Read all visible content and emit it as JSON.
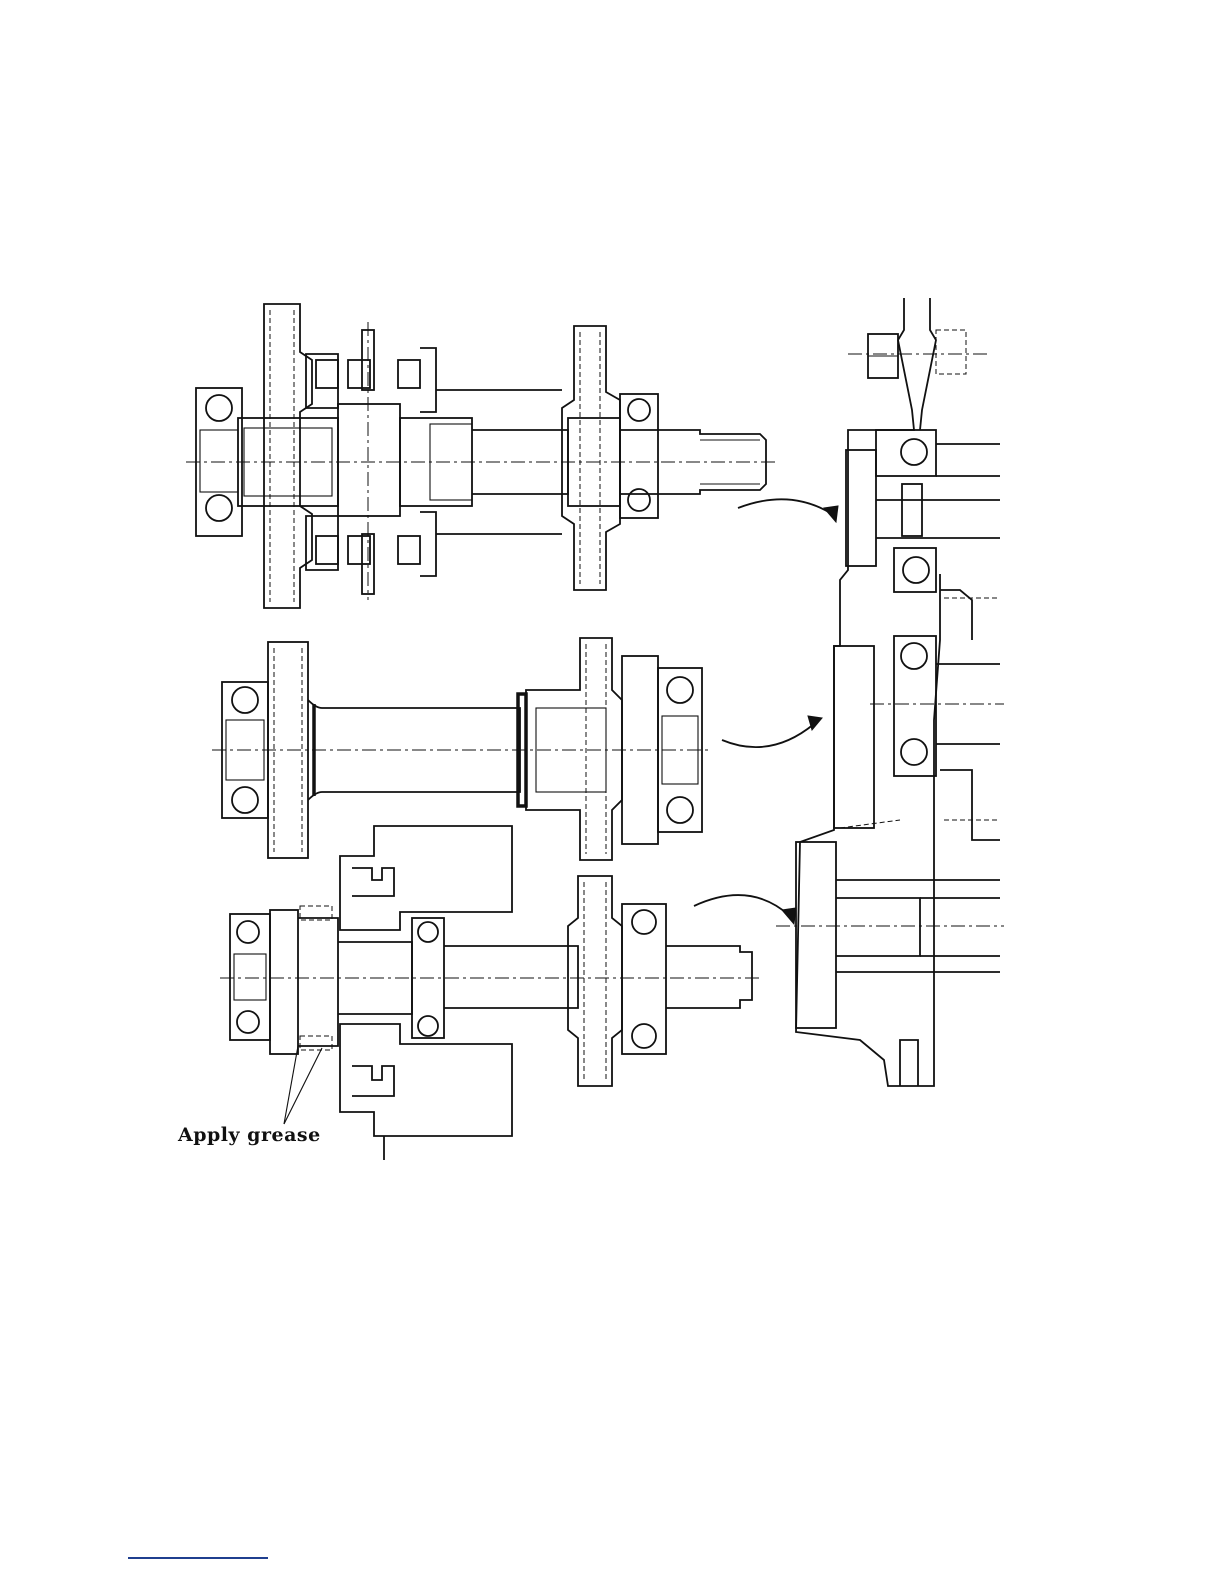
{
  "caption": {
    "apply_grease": "Apply grease"
  },
  "colors": {
    "line": "#111111",
    "background": "#ffffff",
    "footer_rule": "#1f3f8f"
  },
  "assemblies": [
    {
      "name": "upper-shaft-assembly"
    },
    {
      "name": "middle-shaft-assembly"
    },
    {
      "name": "lower-shaft-assembly"
    },
    {
      "name": "transmission-case-section"
    }
  ],
  "arrows": [
    {
      "from": "upper-shaft-assembly",
      "to": "transmission-case-section"
    },
    {
      "from": "middle-shaft-assembly",
      "to": "transmission-case-section"
    },
    {
      "from": "lower-shaft-assembly",
      "to": "transmission-case-section"
    }
  ]
}
